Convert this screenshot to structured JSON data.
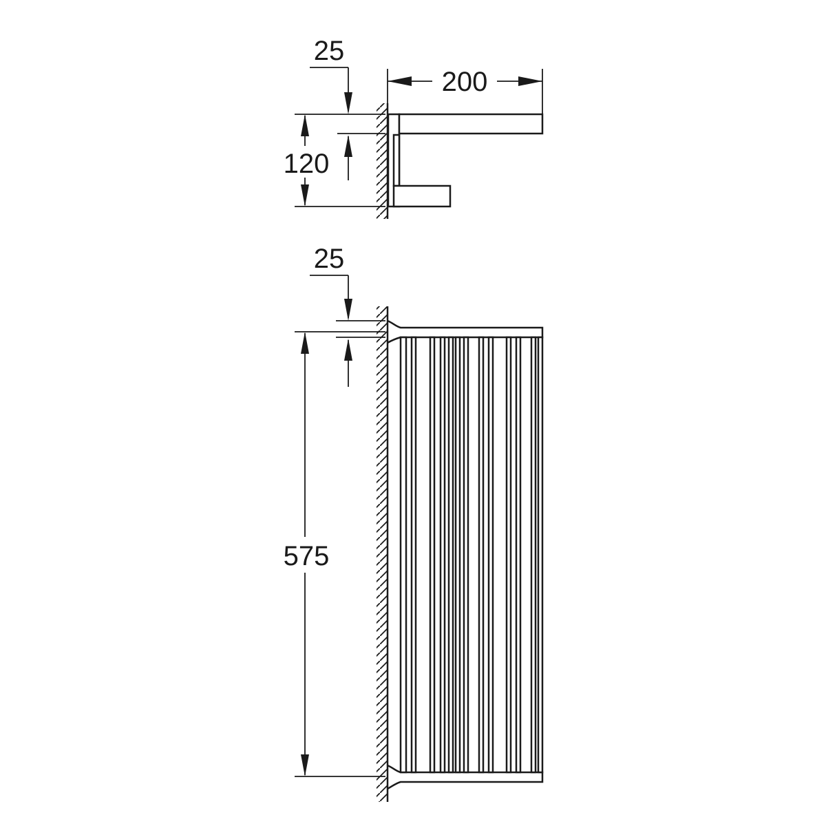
{
  "side_view": {
    "top_offset_label": "25",
    "depth_label": "200",
    "height_label": "120"
  },
  "front_view": {
    "top_offset_label": "25",
    "length_label": "575"
  },
  "colors": {
    "line": "#1a1a1a",
    "background": "#ffffff"
  }
}
